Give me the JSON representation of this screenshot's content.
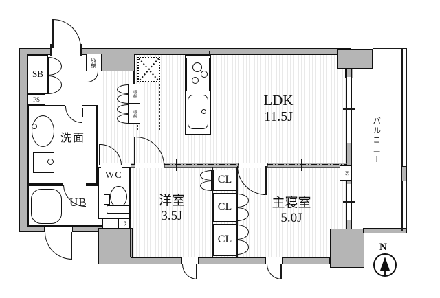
{
  "plan": {
    "ldk_label": "LDK",
    "ldk_area": "11.5J",
    "western_label": "洋室",
    "western_area": "3.5J",
    "master_label": "主寝室",
    "master_area": "5.0J",
    "washroom_label": "洗面",
    "bath_label": "UB",
    "wc_label": "WC",
    "closet_label": "CL",
    "shoebox_label": "SB",
    "pipe_space_label": "PS",
    "storage_label": "収納",
    "balcony_label": "バルコニー",
    "compass_north": "N"
  },
  "colors": {
    "wall_gray": "#b5b5b5",
    "line_black": "#1a1a1a",
    "floor_stripe": "#e9e9e9"
  }
}
